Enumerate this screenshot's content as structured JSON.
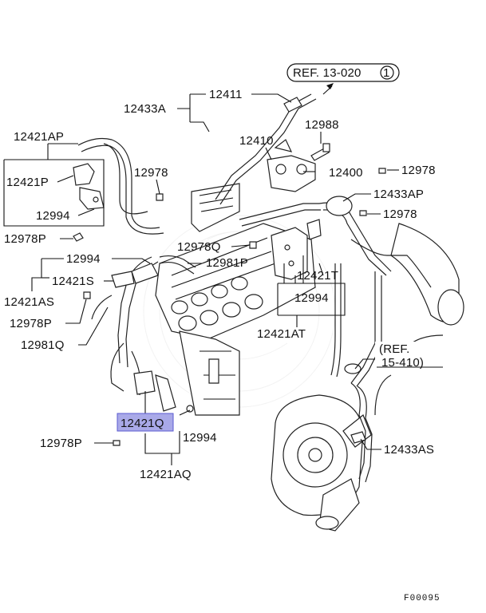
{
  "labels": {
    "ref_13_020": "REF. 13-020",
    "ref_13_020_circle": "1",
    "p12411": "12411",
    "p12433A": "12433A",
    "p12988": "12988",
    "p12410": "12410",
    "p12400": "12400",
    "p12978_right1": "12978",
    "p12421AP": "12421AP",
    "p12978_top": "12978",
    "p12421P": "12421P",
    "p12994_left": "12994",
    "p12433AP": "12433AP",
    "p12978_right2": "12978",
    "p12978P_left": "12978P",
    "p12978Q": "12978Q",
    "p12994_mid": "12994",
    "p12981P": "12981P",
    "p12421S": "12421S",
    "p12421T": "12421T",
    "p12421AS": "12421AS",
    "p12994_center": "12994",
    "p12978P_mid": "12978P",
    "p12421AT": "12421AT",
    "p12981Q": "12981Q",
    "ref_15_410_a": "(REF.",
    "ref_15_410_b": "15-410)",
    "p12421Q": "12421Q",
    "p12994_low": "12994",
    "p12978P_low": "12978P",
    "p12433AS": "12433AS",
    "p12421AQ": "12421AQ",
    "figure_code": "F00095"
  },
  "highlight": {
    "part": "12421Q",
    "color": "#a9a9e8"
  }
}
